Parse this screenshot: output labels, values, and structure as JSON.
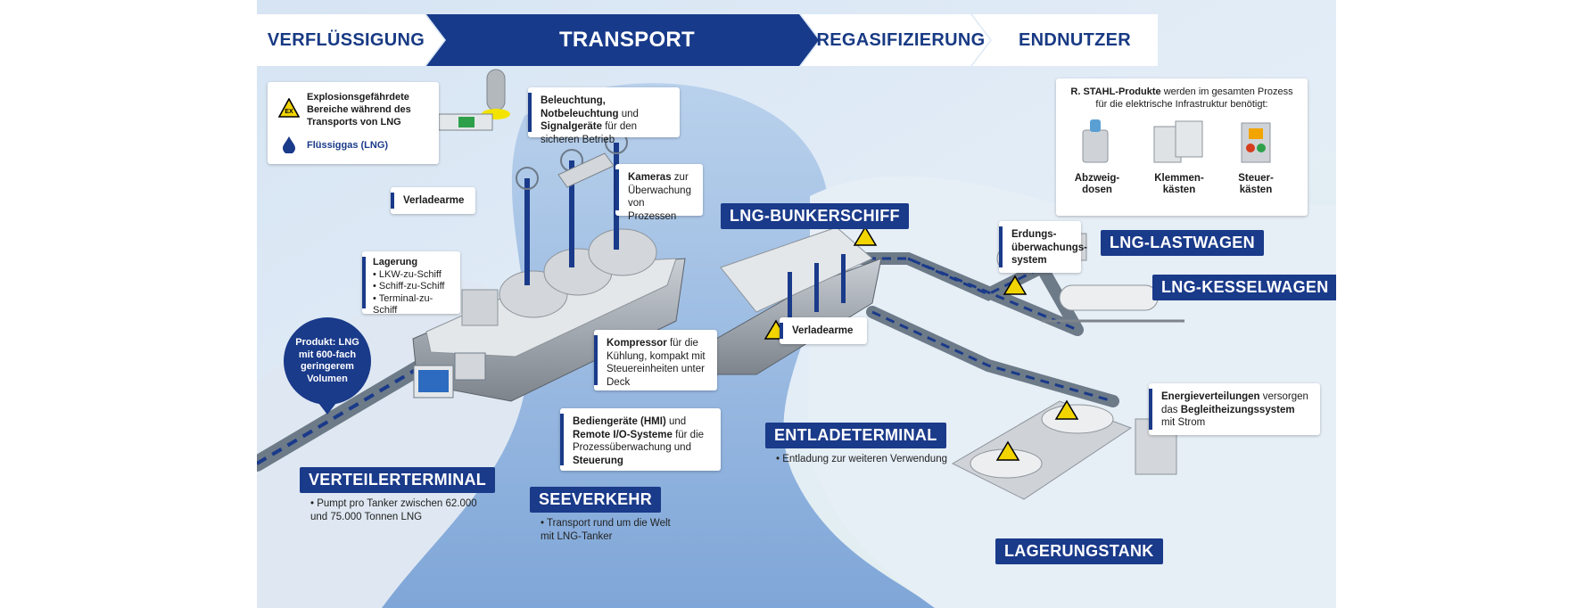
{
  "header": {
    "steps": [
      {
        "label": "VERFLÜSSIGUNG"
      },
      {
        "label": "TRANSPORT"
      },
      {
        "label": "REGASIFIZIERUNG"
      },
      {
        "label": "ENDNUTZER"
      }
    ]
  },
  "legend": {
    "explosion_text": "Explosionsgefährdete Bereiche während des Transports von LNG",
    "lng_text": "Flüssiggas (LNG)",
    "ex_symbol": "EX"
  },
  "callouts": {
    "lighting": {
      "bold1": "Beleuchtung, Notbeleuchtung",
      "plain1": "und",
      "bold2": "Signalgeräte",
      "plain2": "für den sicheren Betrieb"
    },
    "cameras": {
      "bold": "Kameras",
      "plain": "zur Überwachung von Prozessen"
    },
    "loading_arms_left": "Verladearme",
    "storage": {
      "title": "Lagerung",
      "items": [
        "LKW-zu-Schiff",
        "Schiff-zu-Schiff",
        "Terminal-zu-Schiff"
      ]
    },
    "compressor": {
      "bold": "Kompressor",
      "plain": "für die Kühlung, kompakt mit Steuereinheiten unter Deck"
    },
    "hmi": {
      "bold1": "Bediengeräte (HMI)",
      "plain1": "und",
      "bold2": "Remote I/O-Systeme",
      "plain2": "für die Prozessüberwachung und",
      "bold3": "Steuerung"
    },
    "product_circle": "Produkt: LNG mit 600-fach geringerem Volumen",
    "loading_arms_right": "Verladearme",
    "earthing": "Erdungs-überwachungs-system",
    "energy": {
      "bold1": "Energieverteilungen",
      "plain1": "versorgen das",
      "bold2": "Begleitheizungssystem",
      "plain2": "mit Strom"
    }
  },
  "products": {
    "intro_bold": "R. STAHL-Produkte",
    "intro_plain": "werden im gesamten Prozess für die elektrische Infrastruktur benötigt:",
    "items": [
      {
        "label": "Abzweig-dosen",
        "icon": "junction-box-icon"
      },
      {
        "label": "Klemmen-kästen",
        "icon": "terminal-box-icon"
      },
      {
        "label": "Steuer-kästen",
        "icon": "control-box-icon"
      }
    ]
  },
  "sections": {
    "distribution": {
      "title": "VERTEILERTERMINAL",
      "text": "Pumpt pro Tanker zwischen 62.000 und 75.000 Tonnen LNG"
    },
    "sea": {
      "title": "SEEVERKEHR",
      "text": "Transport rund um die Welt mit LNG-Tanker"
    },
    "bunker": {
      "title": "LNG-BUNKERSCHIFF"
    },
    "unloading": {
      "title": "ENTLADETERMINAL",
      "text": "Entladung zur weiteren Verwendung"
    },
    "truck": {
      "title": "LNG-LASTWAGEN"
    },
    "railcar": {
      "title": "LNG-KESSELWAGEN"
    },
    "tank": {
      "title": "LAGERUNGSTANK"
    }
  },
  "colors": {
    "brand": "#1a3a8a",
    "warning": "#f2d500",
    "water": "#9fc0e6"
  }
}
